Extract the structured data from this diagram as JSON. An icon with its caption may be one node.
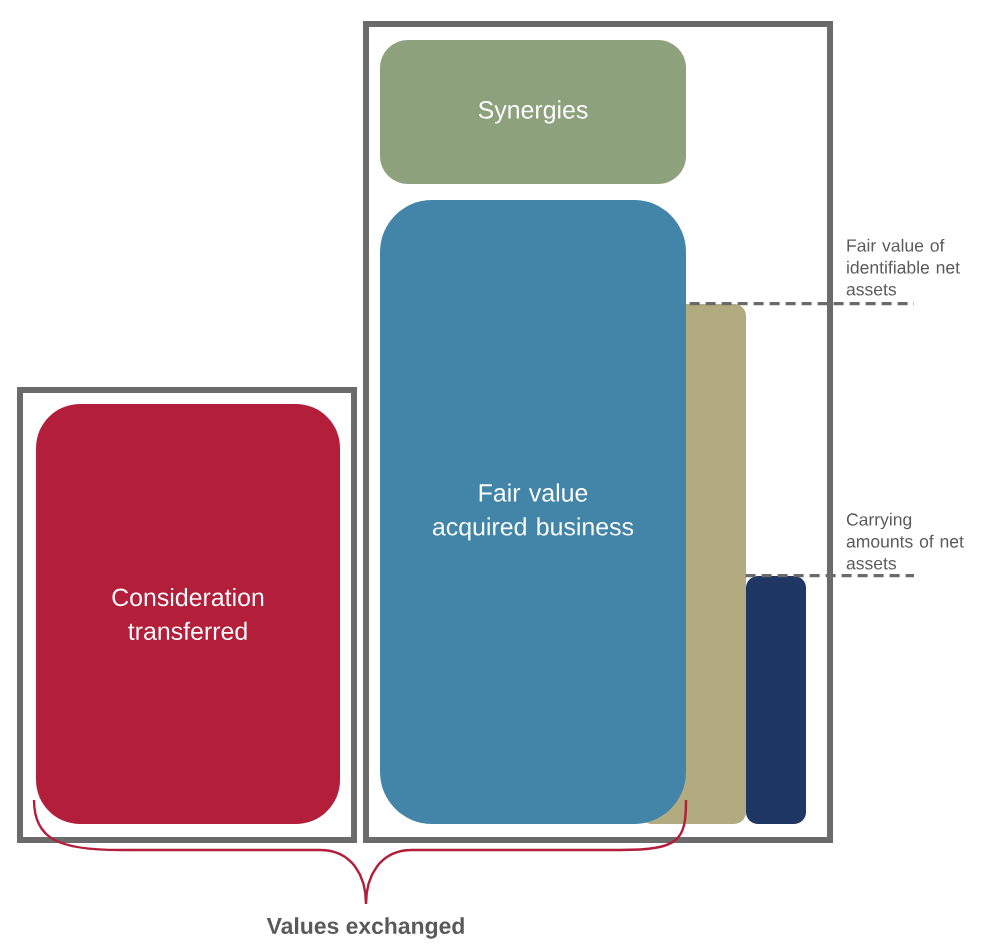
{
  "diagram": {
    "nodes": [
      {
        "text": [],
        "shape": "box"
      },
      {
        "text": [
          "Consideration transferred"
        ],
        "in": 0
      },
      {
        "text": [],
        "shape": "box"
      },
      {
        "text": [
          "Synergies"
        ],
        "in": 2
      },
      {
        "text": [
          "Fair value acquired business"
        ],
        "in": 2
      },
      {
        "text": [],
        "shape": "bar",
        "in": 2
      },
      {
        "text": [],
        "shape": "bar",
        "in": 2
      },
      {
        "text": [
          "Fair value of identifiable net assets"
        ]
      },
      {
        "text": [
          "Carrying amounts of net assets"
        ]
      }
    ],
    "edges": [
      {
        "from": 7,
        "to": 5,
        "arrow": "none",
        "style": "dashed"
      },
      {
        "from": 8,
        "to": 6,
        "arrow": "none",
        "style": "dashed"
      }
    ],
    "labels": [
      "Values exchanged"
    ]
  }
}
